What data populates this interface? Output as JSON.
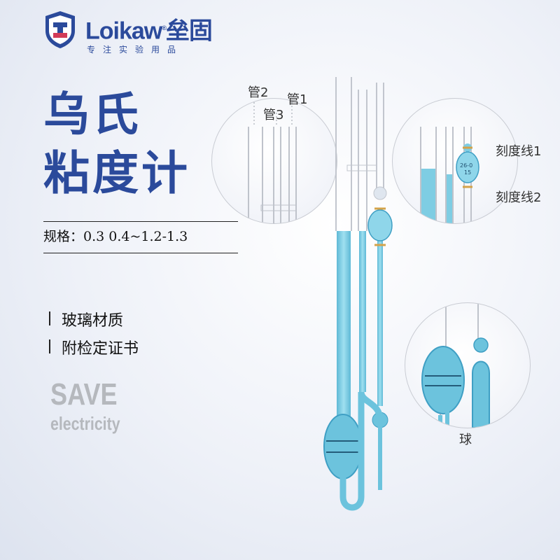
{
  "brand": {
    "name": "Loikaw",
    "name_cn": "垒固",
    "tagline": "专注实验用品",
    "color": "#2b4a9b"
  },
  "title": {
    "line1": "乌氏",
    "line2": "粘度计"
  },
  "spec": {
    "text": "规格：0.3 0.4~1.2-1.3"
  },
  "features": [
    "玻璃材质",
    "附检定证书"
  ],
  "badge": {
    "main": "SAVE",
    "sub": "electricity"
  },
  "callouts": {
    "tube2": "管2",
    "tube1": "管1",
    "tube3": "管3",
    "mark1": "刻度线1",
    "mark2": "刻度线2",
    "ball": "球"
  },
  "bulb_marking": {
    "code": "26-0",
    "number": "15"
  },
  "colors": {
    "liquid": "#7ecde3",
    "liquid_dark": "#3f9fc4",
    "glass": "#c8ccd4"
  }
}
